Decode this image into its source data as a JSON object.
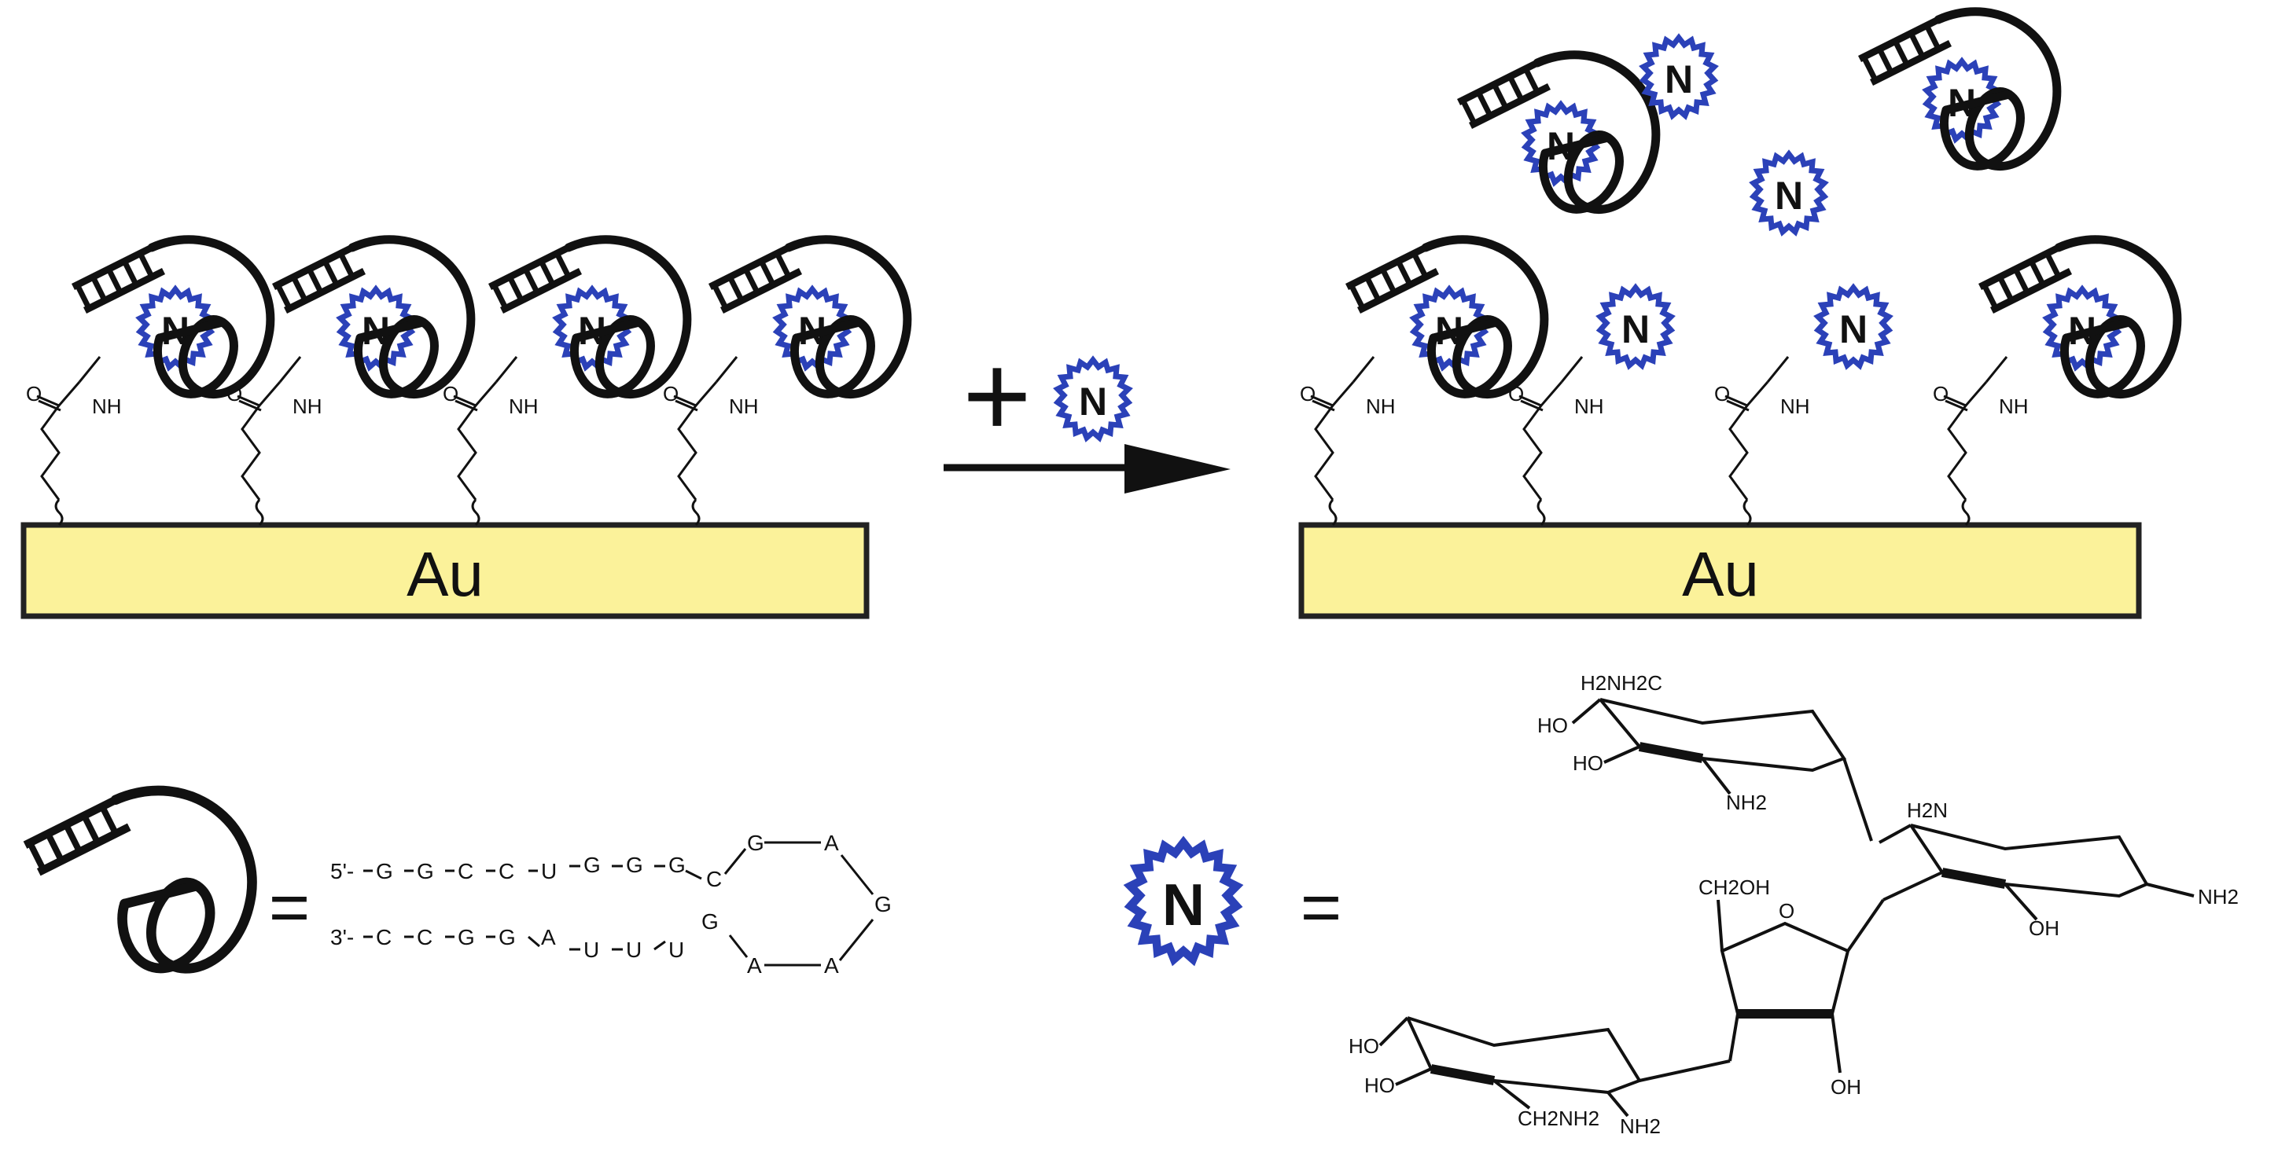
{
  "diagram": {
    "surface_label": "Au",
    "drug_label": "N",
    "plus_sign": "+",
    "equals_sign": "=",
    "linker_labels": {
      "carbonyl": "O",
      "amide": "NH"
    },
    "rna_sequence": {
      "top_strand": [
        "5'-",
        "G",
        "G",
        "C",
        "C",
        "U",
        "G",
        "G",
        "G",
        "C"
      ],
      "bottom_strand": [
        "3'-",
        "C",
        "C",
        "G",
        "G",
        "A",
        "U",
        "U",
        "U",
        "G"
      ],
      "loop": [
        "G",
        "A",
        "G",
        "A",
        "A"
      ]
    },
    "structure_labels": {
      "ring1": [
        "H2NH2C",
        "HO",
        "HO",
        "NH2"
      ],
      "ring2": [
        "H2N",
        "NH2",
        "OH"
      ],
      "ribose": [
        "CH2OH",
        "O",
        "OH"
      ],
      "ring4": [
        "HO",
        "HO",
        "CH2NH2",
        "NH2"
      ]
    },
    "colors": {
      "gold": "#fbf29a",
      "drug_blue": "#2b41b8",
      "ink": "#111111"
    }
  }
}
